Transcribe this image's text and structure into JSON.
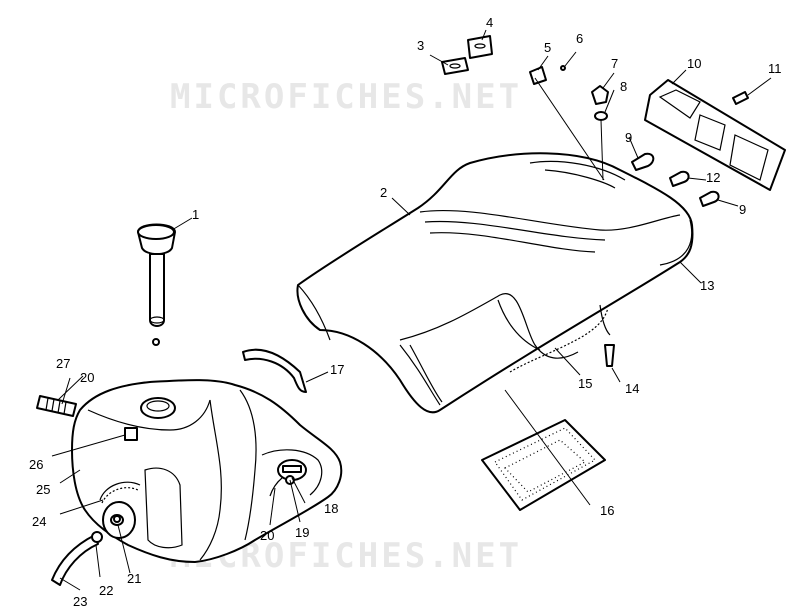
{
  "watermark": "MICROFICHES.NET",
  "callouts": [
    "1",
    "2",
    "3",
    "4",
    "5",
    "6",
    "7",
    "8",
    "9",
    "10",
    "11",
    "12",
    "9",
    "13",
    "14",
    "15",
    "16",
    "17",
    "18",
    "19",
    "20",
    "21",
    "22",
    "23",
    "24",
    "25",
    "26",
    "27",
    "20"
  ]
}
